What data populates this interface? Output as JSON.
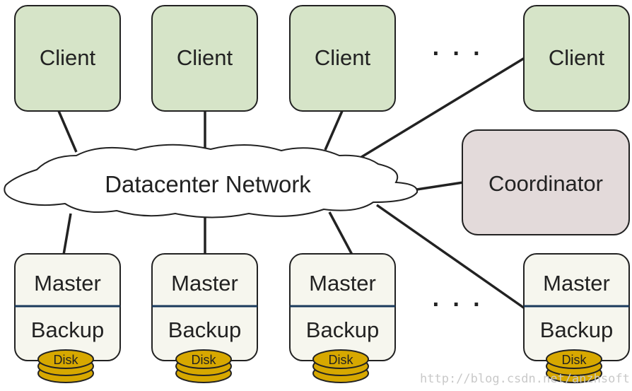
{
  "clients": [
    {
      "label": "Client"
    },
    {
      "label": "Client"
    },
    {
      "label": "Client"
    },
    {
      "label": "Client"
    }
  ],
  "ellipsis": "· · ·",
  "network": {
    "label": "Datacenter Network"
  },
  "coordinator": {
    "label": "Coordinator"
  },
  "servers": [
    {
      "master": "Master",
      "backup": "Backup",
      "disk": "Disk"
    },
    {
      "master": "Master",
      "backup": "Backup",
      "disk": "Disk"
    },
    {
      "master": "Master",
      "backup": "Backup",
      "disk": "Disk"
    },
    {
      "master": "Master",
      "backup": "Backup",
      "disk": "Disk"
    }
  ],
  "watermark": "http://blog.csdn.net/anzhsoft",
  "colors": {
    "client_fill": "#d6e4c8",
    "coordinator_fill": "#e3dada",
    "server_fill": "#f6f6ee",
    "divider": "#1a3a5c",
    "disk_fill": "#d7a800",
    "stroke": "#222222"
  }
}
